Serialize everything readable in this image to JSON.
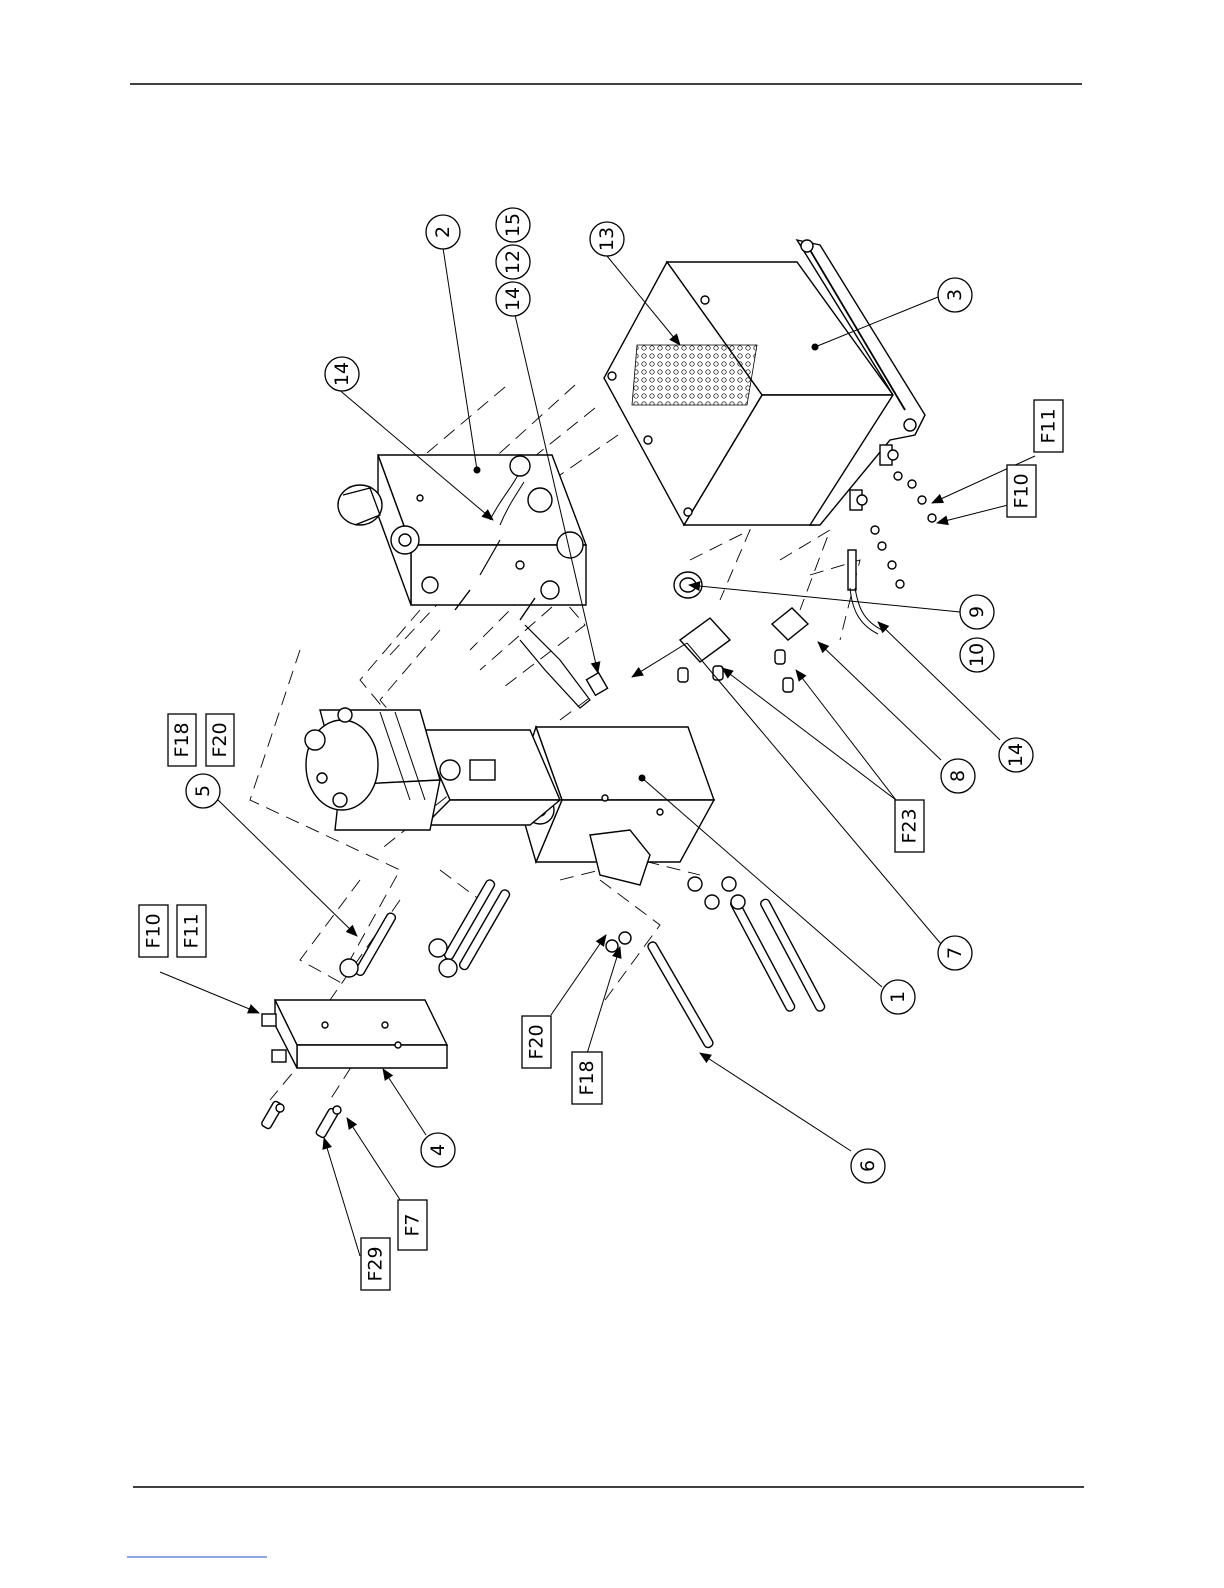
{
  "diagram": {
    "callouts": [
      {
        "id": "c1",
        "label": "1"
      },
      {
        "id": "c2",
        "label": "2"
      },
      {
        "id": "c3",
        "label": "3"
      },
      {
        "id": "c4",
        "label": "4"
      },
      {
        "id": "c5",
        "label": "5"
      },
      {
        "id": "c6",
        "label": "6"
      },
      {
        "id": "c7",
        "label": "7"
      },
      {
        "id": "c8",
        "label": "8"
      },
      {
        "id": "c9",
        "label": "9"
      },
      {
        "id": "c10",
        "label": "10"
      },
      {
        "id": "c12",
        "label": "12"
      },
      {
        "id": "c13",
        "label": "13"
      },
      {
        "id": "c14a",
        "label": "14"
      },
      {
        "id": "c14b",
        "label": "14"
      },
      {
        "id": "c14c",
        "label": "14"
      },
      {
        "id": "c15",
        "label": "15"
      }
    ],
    "references": [
      {
        "id": "r-f18-top",
        "label": "F18"
      },
      {
        "id": "r-f20-top",
        "label": "F20"
      },
      {
        "id": "r-f10-left",
        "label": "F10"
      },
      {
        "id": "r-f11-left",
        "label": "F11"
      },
      {
        "id": "r-f20-mid",
        "label": "F20"
      },
      {
        "id": "r-f18-mid",
        "label": "F18"
      },
      {
        "id": "r-f29",
        "label": "F29"
      },
      {
        "id": "r-f7",
        "label": "F7"
      },
      {
        "id": "r-f23",
        "label": "F23"
      },
      {
        "id": "r-f11-right",
        "label": "F11"
      },
      {
        "id": "r-f10-right",
        "label": "F10"
      }
    ]
  }
}
